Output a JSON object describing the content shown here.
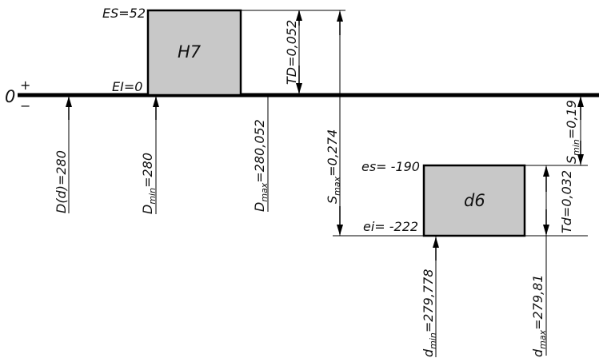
{
  "zero_line": {
    "zero": "0",
    "plus": "+",
    "minus": "−"
  },
  "hole": {
    "label": "H7",
    "es_label": "ES=52",
    "ei_label": "EI=0",
    "td_label": "TD=0,052",
    "fill": "#c8c8c8"
  },
  "shaft": {
    "label": "d6",
    "es_label": "es= -190",
    "ei_label": "ei= -222",
    "td_label": "Td=0,032",
    "fill": "#c8c8c8"
  },
  "dims": {
    "nominal": {
      "text": "D(d)=280"
    },
    "dmin_hole": {
      "base": "D",
      "sub": "min",
      "value": "=280"
    },
    "dmax_hole": {
      "base": "D",
      "sub": "max",
      "value": "=280,052"
    },
    "smax": {
      "base": "S",
      "sub": "max",
      "value": "=0,274"
    },
    "smin": {
      "base": "S",
      "sub": "min",
      "value": "=0,19"
    },
    "dmin_shaft": {
      "base": "d",
      "sub": "min",
      "value": "=279,778"
    },
    "dmax_shaft": {
      "base": "d",
      "sub": "max",
      "value": "=279,81"
    }
  }
}
